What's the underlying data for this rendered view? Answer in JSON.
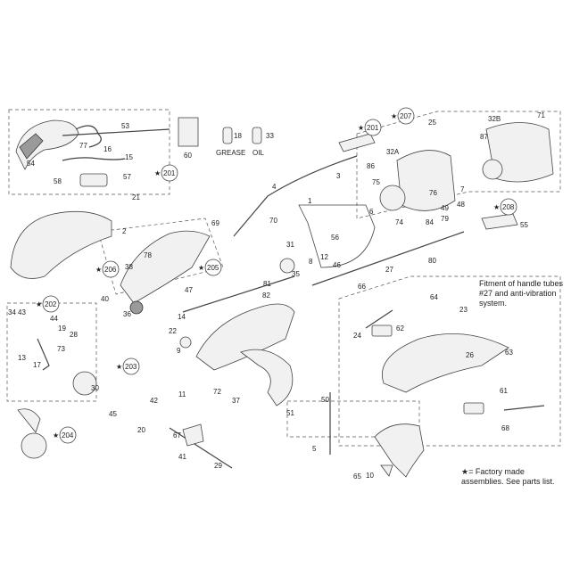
{
  "notes": {
    "fitment": "Fitment of handle tubes #27 and anti-vibration system.",
    "factory": "★= Factory made assemblies. See parts list."
  },
  "supplies": {
    "grease": "GREASE",
    "oil": "OIL"
  },
  "assemblies": [
    "201",
    "201",
    "202",
    "203",
    "204",
    "205",
    "206",
    "207",
    "208"
  ],
  "part_numbers": [
    "1",
    "2",
    "3",
    "4",
    "5",
    "6",
    "7",
    "8",
    "9",
    "10",
    "11",
    "12",
    "13",
    "14",
    "15",
    "16",
    "17",
    "18",
    "19",
    "20",
    "21",
    "22",
    "23",
    "24",
    "25",
    "26",
    "27",
    "28",
    "29",
    "30",
    "31",
    "32A",
    "32B",
    "33",
    "34",
    "35",
    "36",
    "37",
    "38",
    "40",
    "41",
    "42",
    "43",
    "44",
    "45",
    "46",
    "47",
    "48",
    "49",
    "50",
    "51",
    "53",
    "54",
    "55",
    "56",
    "57",
    "58",
    "60",
    "61",
    "62",
    "63",
    "64",
    "65",
    "66",
    "67",
    "68",
    "69",
    "70",
    "71",
    "72",
    "73",
    "74",
    "75",
    "76",
    "77",
    "78",
    "79",
    "80",
    "81",
    "82",
    "84",
    "86",
    "87"
  ]
}
